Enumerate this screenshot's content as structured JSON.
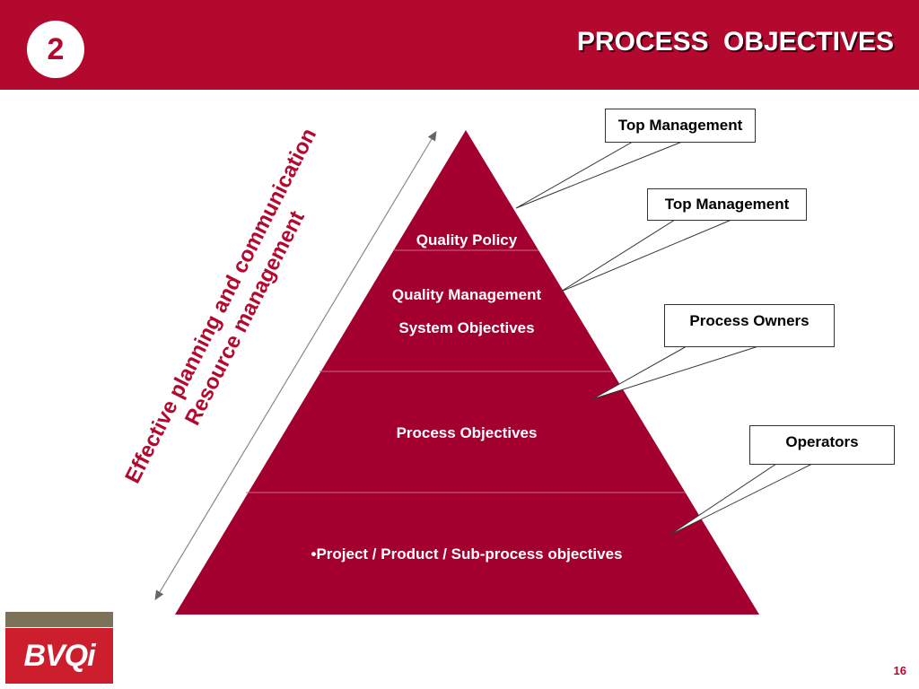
{
  "header": {
    "section_number": "2",
    "title": "PROCESS  OBJECTIVES"
  },
  "pyramid": {
    "tiers": [
      {
        "lines": [
          "Quality Policy"
        ]
      },
      {
        "lines": [
          "Quality Management",
          "System Objectives"
        ]
      },
      {
        "lines": [
          "Process Objectives"
        ]
      },
      {
        "lines": [
          "•Project / Product / Sub-process objectives"
        ]
      }
    ]
  },
  "callouts": [
    {
      "label": "Top Management"
    },
    {
      "label": "Top Management"
    },
    {
      "label": "Process Owners"
    },
    {
      "label": "Operators"
    }
  ],
  "side_arrow": {
    "lines": [
      "Effective planning and communication",
      "Resource management"
    ]
  },
  "footer": {
    "logo_text": "BVQi",
    "page_number": "16"
  },
  "colors": {
    "header": "#b3092e",
    "pyramid_fill": "#a30030",
    "logo": "#cc1e2d",
    "logo_bar": "#7c7259"
  }
}
